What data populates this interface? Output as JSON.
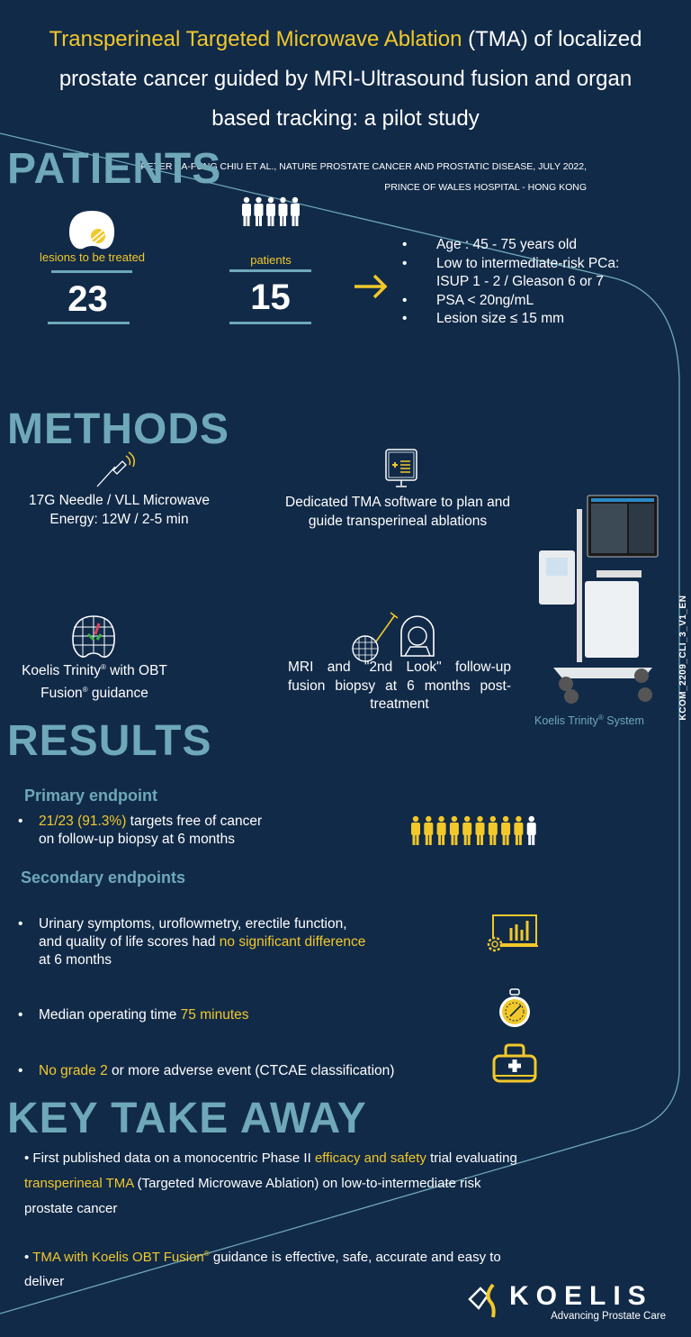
{
  "colors": {
    "background": "#112a48",
    "accent": "#f2c82a",
    "heading": "#6fa8b8",
    "text": "#ffffff"
  },
  "header": {
    "title_highlight": "Transperineal Targeted Microwave Ablation",
    "title_rest_1": " (TMA) of localized",
    "title_line_2": "prostate cancer guided by MRI-Ultrasound fusion and organ",
    "title_line_3": "based tracking: a pilot study",
    "citation_1": "PETER KA-FUNG CHIU ET AL., NATURE PROSTATE CANCER AND PROSTATIC DISEASE, JULY 2022,",
    "citation_2": "PRINCE OF WALES HOSPITAL - HONG KONG"
  },
  "patients": {
    "heading": "PATIENTS",
    "lesions_label": "lesions to be treated",
    "lesions_value": "23",
    "patients_label": "patients",
    "patients_value": "15",
    "criteria": [
      "Age : 45 - 75 years old",
      "Low to intermediate-risk PCa:",
      "ISUP 1 - 2 / Gleason 6 or 7",
      "PSA < 20ng/mL",
      "Lesion size ≤ 15 mm"
    ]
  },
  "methods": {
    "heading": "METHODS",
    "needle": [
      "17G Needle / VLL Microwave",
      "Energy: 12W / 2-5 min"
    ],
    "software": "Dedicated TMA software to plan and guide transperineal ablations",
    "trinity": {
      "a": "Koelis Trinity",
      "reg": "®",
      "b": " with OBT",
      "c": "Fusion",
      "d": " guidance"
    },
    "followup": "MRI and \"2nd Look\" follow-up fusion biopsy at 6 months post-treatment",
    "device_caption": {
      "a": "Koelis Trinity",
      "reg": "®",
      "b": " System"
    },
    "doc_code": "KCOM_2209_CLI_3_V1_EN"
  },
  "results": {
    "heading": "RESULTS",
    "primary_title": "Primary endpoint",
    "primary": {
      "hl": "21/23 (91.3%)",
      "a": "  targets free of cancer",
      "b": "on follow-up biopsy at 6 months"
    },
    "primary_icon_ratio": {
      "success": 9,
      "total": 10
    },
    "secondary_title": "Secondary endpoints",
    "sec1": {
      "a": "Urinary symptoms, uroflowmetry, erectile function,",
      "b": "and  quality of life scores had ",
      "hl": "no significant difference",
      "c": "at 6 months"
    },
    "sec2": {
      "a": "Median operating time ",
      "hl": "75 minutes"
    },
    "sec3": {
      "hl": "No grade 2",
      "a": " or more adverse event (CTCAE classification)"
    }
  },
  "takeaway": {
    "heading": "KEY TAKE AWAY",
    "b1": {
      "a": "First published data on a monocentric Phase II ",
      "hl1": "efficacy and safety",
      "b": " trial evaluating",
      "hl2": "transperineal TMA",
      "c": " (Targeted Microwave Ablation) on low-to-intermediate risk",
      "d": "prostate cancer"
    },
    "b2": {
      "hl": "TMA with Koelis OBT Fusion",
      "reg": "®",
      "a": " guidance is effective, safe, accurate and easy to",
      "b": "deliver"
    }
  },
  "logo": {
    "name": "KOELIS",
    "tagline": "Advancing Prostate Care"
  }
}
